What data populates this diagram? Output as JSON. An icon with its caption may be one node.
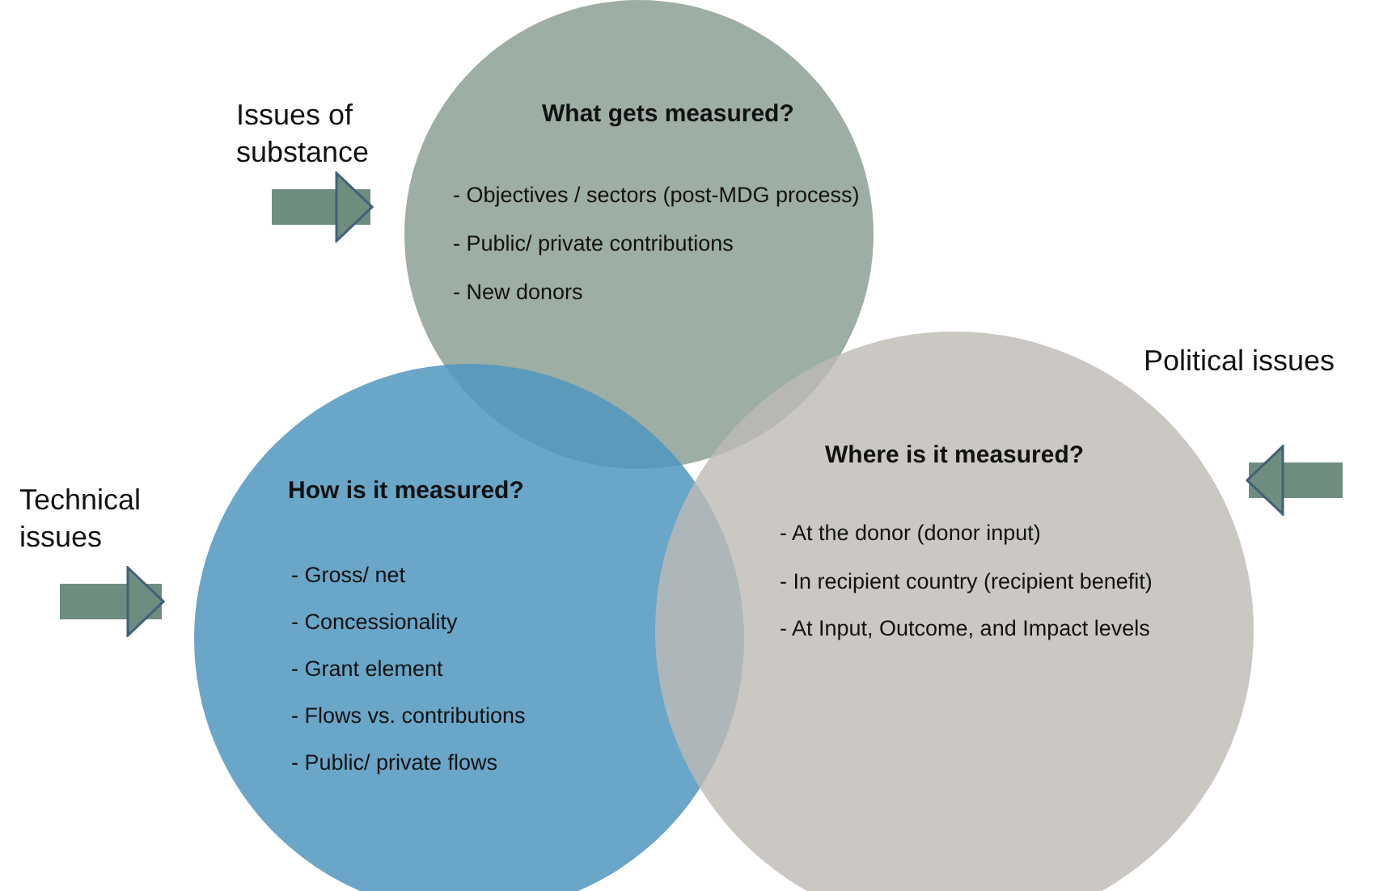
{
  "diagram": {
    "nodes": [
      {
        "text": [
          "What gets measured?",
          "- Objectives / sectors (post-MDG process)",
          "- Public/ private contributions",
          "- New donors"
        ]
      },
      {
        "text": [
          "How is it measured?",
          "- Gross/ net",
          "- Concessionality",
          "- Grant element",
          "- Flows vs. contributions",
          "- Public/ private flows"
        ]
      },
      {
        "text": [
          "Where is it measured?",
          "- At the donor (donor input)",
          "- In recipient country (recipient benefit)",
          "- At Input, Outcome, and Impact levels"
        ]
      }
    ],
    "edges": [
      {
        "from": null,
        "to": 0,
        "arrow": "to"
      },
      {
        "from": null,
        "to": 1,
        "arrow": "to"
      },
      {
        "from": null,
        "to": 2,
        "arrow": "to"
      }
    ],
    "labels": [
      "Issues of substance",
      "Political issues",
      "Technical issues"
    ]
  }
}
